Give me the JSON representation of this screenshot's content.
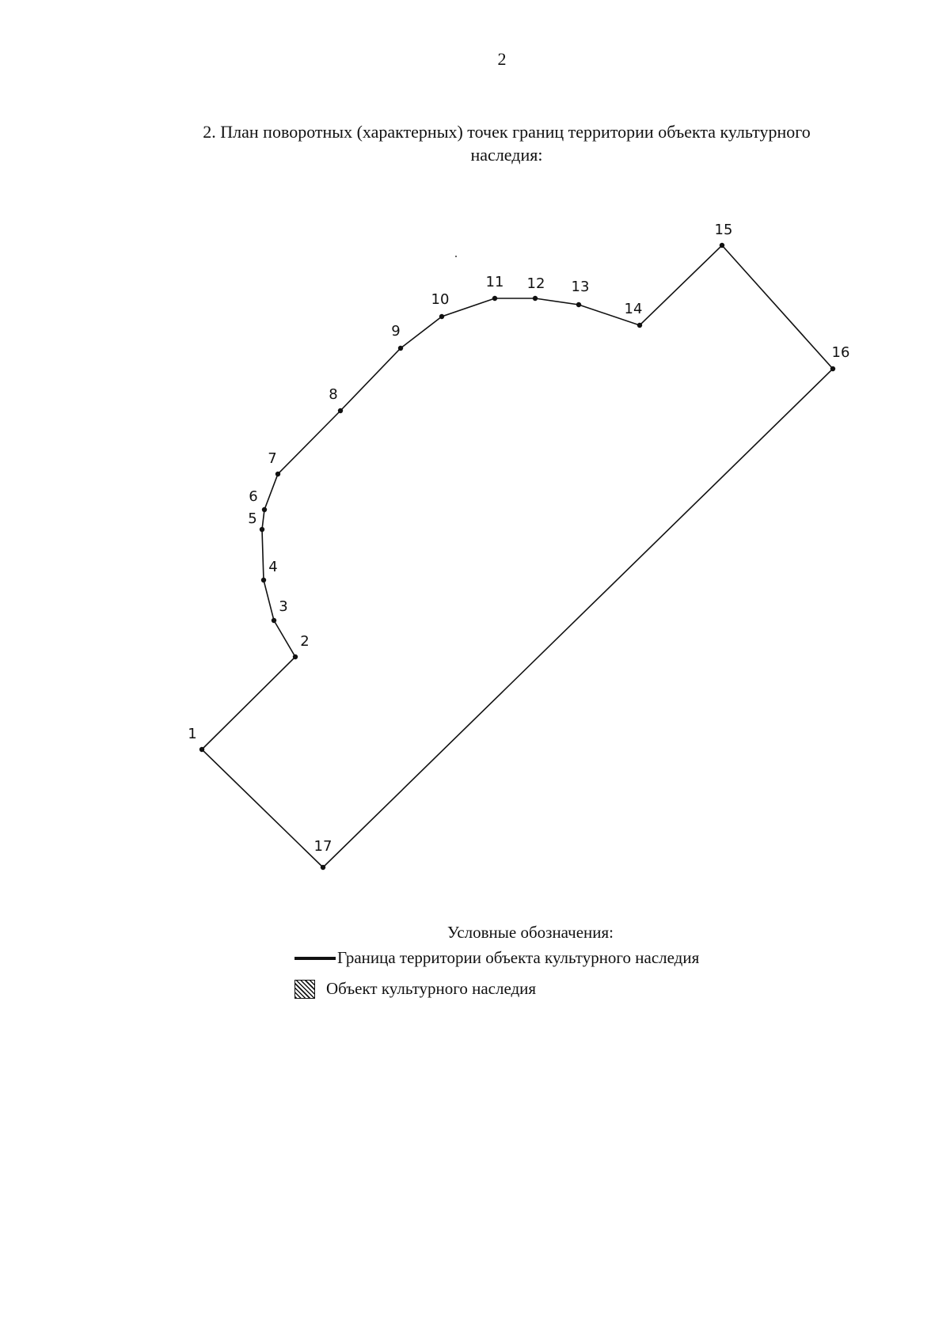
{
  "page_number": "2",
  "title_line1": "2. План поворотных (характерных) точек границ территории объекта культурного",
  "title_line2": "наследия:",
  "points": [
    {
      "label": "1"
    },
    {
      "label": "2"
    },
    {
      "label": "3"
    },
    {
      "label": "4"
    },
    {
      "label": "5"
    },
    {
      "label": "6"
    },
    {
      "label": "7"
    },
    {
      "label": "8"
    },
    {
      "label": "9"
    },
    {
      "label": "10"
    },
    {
      "label": "11"
    },
    {
      "label": "12"
    },
    {
      "label": "13"
    },
    {
      "label": "14"
    },
    {
      "label": "15"
    },
    {
      "label": "16"
    },
    {
      "label": "17"
    }
  ],
  "legend": {
    "title": "Условные обозначения:",
    "boundary_label": "Граница территории объекта культурного наследия",
    "object_label": "Объект культурного наследия"
  }
}
